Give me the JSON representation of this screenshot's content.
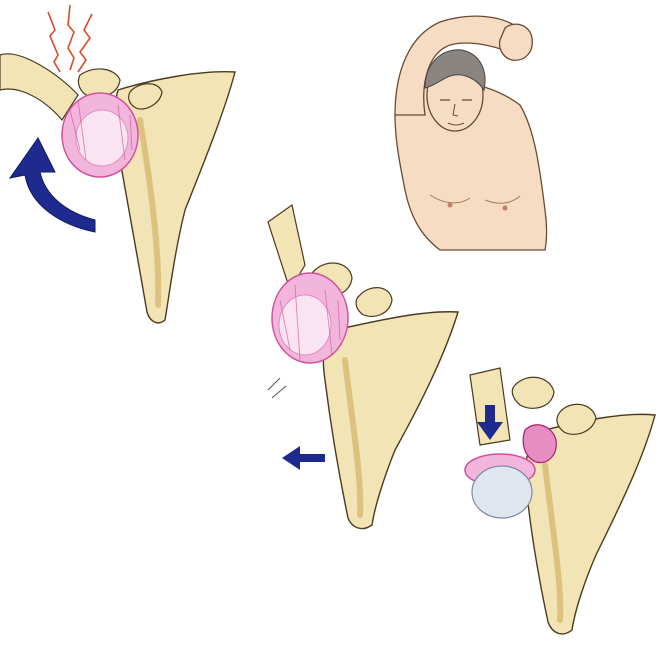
{
  "illustration": {
    "panels": [
      {
        "name": "shoulder-dislocation-anterior",
        "icons": [
          "scapula-bone",
          "humeral-head",
          "joint-capsule",
          "pain-lines",
          "rotation-arrow"
        ]
      },
      {
        "name": "arm-raised-figure",
        "icons": [
          "person-arm-raised"
        ]
      },
      {
        "name": "shoulder-dislocation-inferior",
        "icons": [
          "scapula-bone",
          "humeral-head",
          "joint-capsule",
          "displacement-arrow"
        ]
      },
      {
        "name": "shoulder-dislocation-downward",
        "icons": [
          "scapula-bone",
          "humeral-head",
          "joint-capsule",
          "downward-arrow"
        ]
      }
    ]
  },
  "colors": {
    "background": "#ffffff",
    "bone": "#f3e4b6",
    "bone_shade": "#dcc27e",
    "capsule": "#f2b6dc",
    "capsule_dark": "#d04f9c",
    "arrow": "#1f2a8e",
    "pain": "#d94b2b",
    "skin": "#f6dcc2",
    "hair": "#8a8580",
    "cartilage": "#dfe6ef",
    "outline": "#4a3a20"
  }
}
